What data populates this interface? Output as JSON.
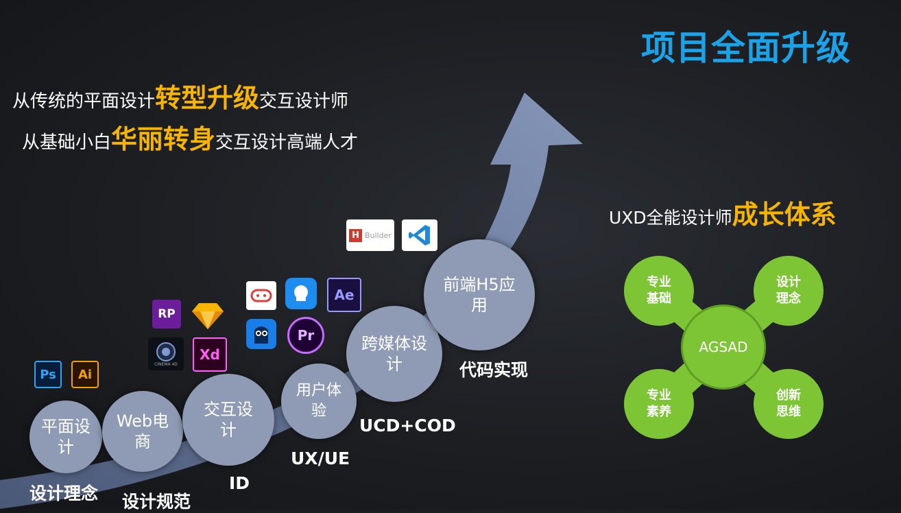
{
  "title": "项目全面升级",
  "lines": [
    {
      "pre": "从传统的平面设计",
      "hl": "转型升级",
      "post": "交互设计师"
    },
    {
      "pre": "从基础小白",
      "hl": "华丽转身",
      "post": "交互设计高端人才"
    }
  ],
  "growth": {
    "pre": "UXD全能设计师",
    "hl": "成长体系"
  },
  "bubbles": [
    "平面设计",
    "Web电商",
    "交互设计",
    "用户体验",
    "跨媒体设计",
    "前端H5应用"
  ],
  "stages": [
    "设计理念",
    "设计规范",
    "ID",
    "UX/UE",
    "UCD+COD",
    "代码实现"
  ],
  "tools": {
    "ps": "Ps",
    "ai": "Ai",
    "rp": "RP",
    "xd": "Xd",
    "cinema": "CINEMA 4D",
    "ae": "Ae",
    "pr": "Pr",
    "hbuilder": "Builder"
  },
  "agsad": {
    "center": "AGSAD",
    "petals": [
      "专业基础",
      "设计理念",
      "专业素养",
      "创新思维"
    ]
  },
  "colors": {
    "title": "#1aa3e8",
    "highlight": "#f7b500",
    "bubble": "#8f9bb4",
    "agsad": "#7dc535"
  }
}
